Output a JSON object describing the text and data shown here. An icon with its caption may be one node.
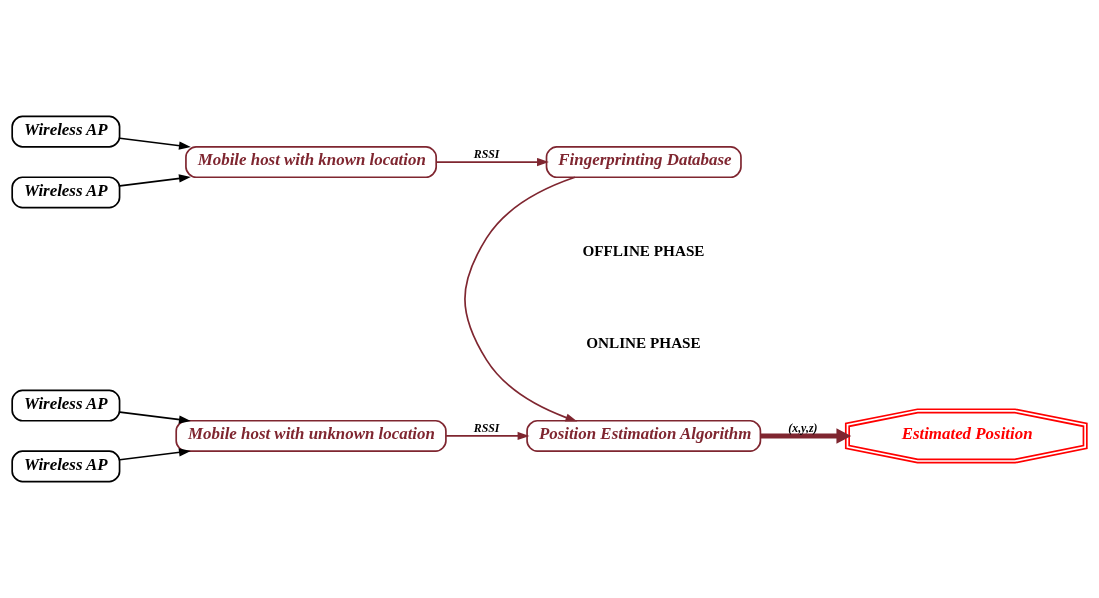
{
  "diagram": {
    "nodes": [
      {
        "text": [
          "Wireless AP"
        ]
      },
      {
        "text": [
          "Wireless AP"
        ]
      },
      {
        "text": [
          "Mobile host with known location"
        ]
      },
      {
        "text": [
          "Fingerprinting Database"
        ]
      },
      {
        "text": [
          "Wireless AP"
        ]
      },
      {
        "text": [
          "Wireless AP"
        ]
      },
      {
        "text": [
          "Mobile host with unknown location"
        ]
      },
      {
        "text": [
          "Position Estimation Algorithm"
        ]
      },
      {
        "text": [
          "Estimated Position"
        ]
      }
    ],
    "edges": [
      {
        "from": 0,
        "to": 2,
        "arrow": "to"
      },
      {
        "from": 1,
        "to": 2,
        "arrow": "to"
      },
      {
        "from": 2,
        "to": 3,
        "arrow": "to",
        "label": "RSSI",
        "color": "#7f2630"
      },
      {
        "from": 3,
        "to": 7,
        "arrow": "to",
        "color": "#7f2630"
      },
      {
        "from": 4,
        "to": 6,
        "arrow": "to"
      },
      {
        "from": 5,
        "to": 6,
        "arrow": "to"
      },
      {
        "from": 6,
        "to": 7,
        "arrow": "to",
        "label": "RSSI",
        "color": "#7f2630"
      },
      {
        "from": 7,
        "to": 8,
        "arrow": "to",
        "label": "(x,y,z)",
        "style": "thick",
        "color": "#7f2630"
      }
    ],
    "labels": [
      "OFFLINE PHASE",
      "ONLINE PHASE"
    ]
  }
}
